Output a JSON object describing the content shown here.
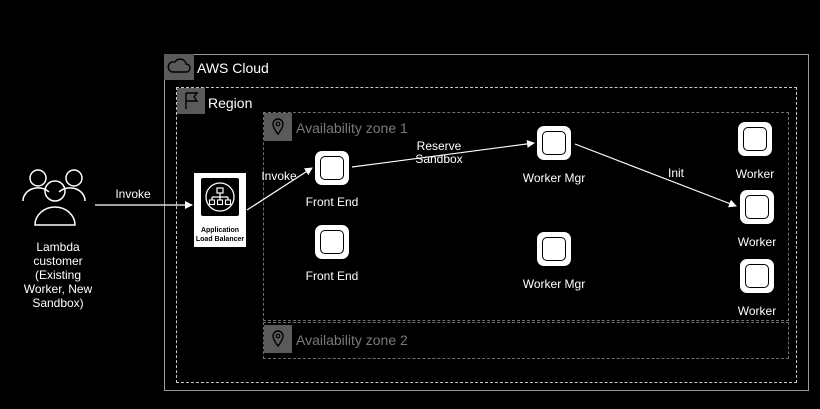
{
  "groups": {
    "aws_cloud": "AWS Cloud",
    "region": "Region",
    "az1": "Availability zone 1",
    "az2": "Availability zone 2"
  },
  "customer": {
    "label_lines": [
      "Lambda",
      "customer",
      "(Existing",
      "Worker, New",
      "Sandbox)"
    ]
  },
  "alb": {
    "label_lines": [
      "Application",
      "Load Balancer"
    ]
  },
  "nodes": {
    "front_end_1": "Front End",
    "front_end_2": "Front End",
    "worker_mgr_1": "Worker Mgr",
    "worker_mgr_2": "Worker Mgr",
    "worker_1": "Worker",
    "worker_2": "Worker",
    "worker_3": "Worker"
  },
  "edges": {
    "invoke_1": "Invoke",
    "invoke_2": "Invoke",
    "reserve_sandbox_lines": [
      "Reserve",
      "Sandbox"
    ],
    "init": "Init"
  },
  "colors": {
    "background": "#000000",
    "line": "#ffffff",
    "node_fill": "#ffffff"
  }
}
